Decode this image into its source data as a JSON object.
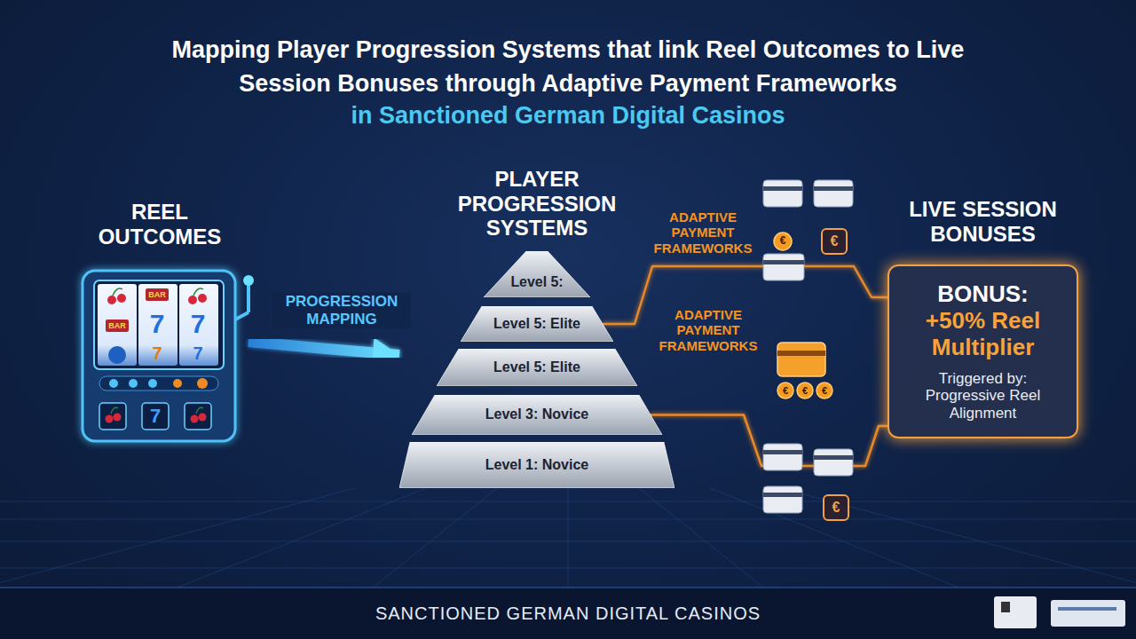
{
  "diagram": {
    "title": "Mapping Player Progression Systems that link Reel Outcomes to Live Session Bonuses through Adaptive Payment Frameworks",
    "caption": "SANCTIONED GERMAN DIGITAL CASINOS",
    "nodes": [
      {
        "text": [
          "REEL OUTCOMES"
        ]
      },
      {
        "text": [
          "PLAYER PROGRESSION SYSTEMS"
        ]
      },
      {
        "text": [
          "Level 5:"
        ],
        "in": 1
      },
      {
        "text": [
          "Level 5: Elite"
        ],
        "in": 1
      },
      {
        "text": [
          "Level 5: Elite"
        ],
        "in": 1
      },
      {
        "text": [
          "Level 3: Novice"
        ],
        "in": 1
      },
      {
        "text": [
          "Level 1: Novice"
        ],
        "in": 1
      },
      {
        "text": [
          "LIVE SESSION BONUSES",
          "BONUS:",
          "+50% Reel Multiplier",
          "Triggered by: Progressive Reel Alignment"
        ]
      }
    ],
    "edges": [
      {
        "from": 0,
        "to": 1,
        "arrow": "to",
        "label": "PROGRESSION MAPPING"
      },
      {
        "from": 3,
        "to": 7,
        "arrow": "none"
      },
      {
        "from": 4,
        "to": 7,
        "arrow": "none"
      },
      {
        "from": 5,
        "to": 7,
        "arrow": "none"
      }
    ],
    "labels": [
      "in Sanctioned German Digital Casinos",
      "ADAPTIVE PAYMENT FRAMEWORKS",
      "ADAPTIVE PAYMENT FRAMEWORKS",
      "BAR",
      "BAR",
      "7",
      "7",
      "7",
      "7",
      "7",
      "€",
      "€",
      "€",
      "€",
      "€",
      "€"
    ]
  }
}
